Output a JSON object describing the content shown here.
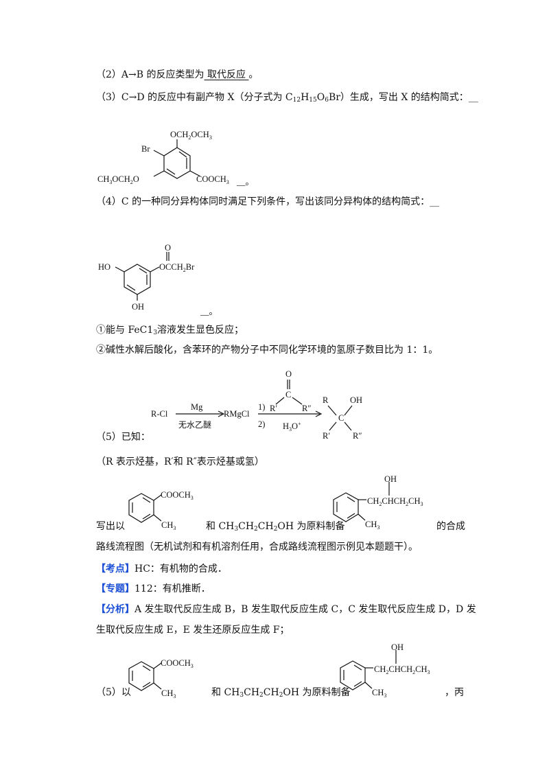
{
  "q2": {
    "prefix": "（2）A→B 的反应类型为",
    "answer": "  取代反应  ",
    "suffix": "。"
  },
  "q3": {
    "text": "（3）C→D 的反应中有副产物 X（分子式为 C",
    "sub1": "12",
    "mid1": "H",
    "sub2": "15",
    "mid2": "O",
    "sub3": "6",
    "tail": "Br）生成，写出 X 的结构简式：__",
    "mol": {
      "g1": "OCH2OCH3",
      "g2": "Br",
      "g3": "CH3OCH2O",
      "g4": "COOCH3",
      "end": "__。"
    }
  },
  "q4": {
    "text": "（4）C 的一种同分异构体同时满足下列条件，写出该同分异构体的结构简式：__",
    "mol": {
      "g1": "HO",
      "g2": "O",
      "g3": "OCCH2Br",
      "g4": "OH",
      "end": "__。"
    },
    "cond1": "①能与 FeC1",
    "cond1_sub": "3",
    "cond1_tail": "溶液发生显色反应；",
    "cond2": "②碱性水解后酸化，含苯环的产物分子中不同化学环境的氢原子数目比为 1：1。"
  },
  "q5": {
    "label": "（5）已知：",
    "scheme": {
      "r1": "R-Cl",
      "mg": "Mg",
      "solv": "无水乙醚",
      "inter": "RMgCl",
      "s1": "1)",
      "s2": "2)",
      "h3o": "H3O+",
      "o": "O",
      "rp": "R′",
      "rpp": "R″",
      "c": "C",
      "r": "R",
      "oh": "OH"
    },
    "note": "（R 表示烃基，R′和 R″表示烃基或氢）",
    "line1_a": "写出以",
    "line1_b": "和 CH3CH2CH2OH 为原料制备",
    "line1_c": "的合成",
    "line2": "路线流程图（无机试剂和有机溶剂任用，合成路线流程图示例见本题题干）。",
    "m1": {
      "g1": "COOCH3",
      "g2": "CH3"
    },
    "m2": {
      "g1": "OH",
      "g2": "CH2CHCH2CH3",
      "g3": "CH3"
    }
  },
  "kaodian": {
    "tag": "【考点】",
    "text": "HC：有机物的合成．"
  },
  "zhuanti": {
    "tag": "【专题】",
    "text": "112：有机推断．"
  },
  "fenxi": {
    "tag": "【分析】",
    "text1": "A 发生取代反应生成 B，B 发生取代反应生成 C，C 发生取代反应生成 D，D 发",
    "text2": "生取代反应生成 E，E 发生还原反应生成 F；"
  },
  "q5b": {
    "a": "（5）以",
    "b": "和 CH3CH2CH2OH 为原料制备",
    "c": "，丙"
  },
  "colors": {
    "tag": "#1a4fd6"
  }
}
